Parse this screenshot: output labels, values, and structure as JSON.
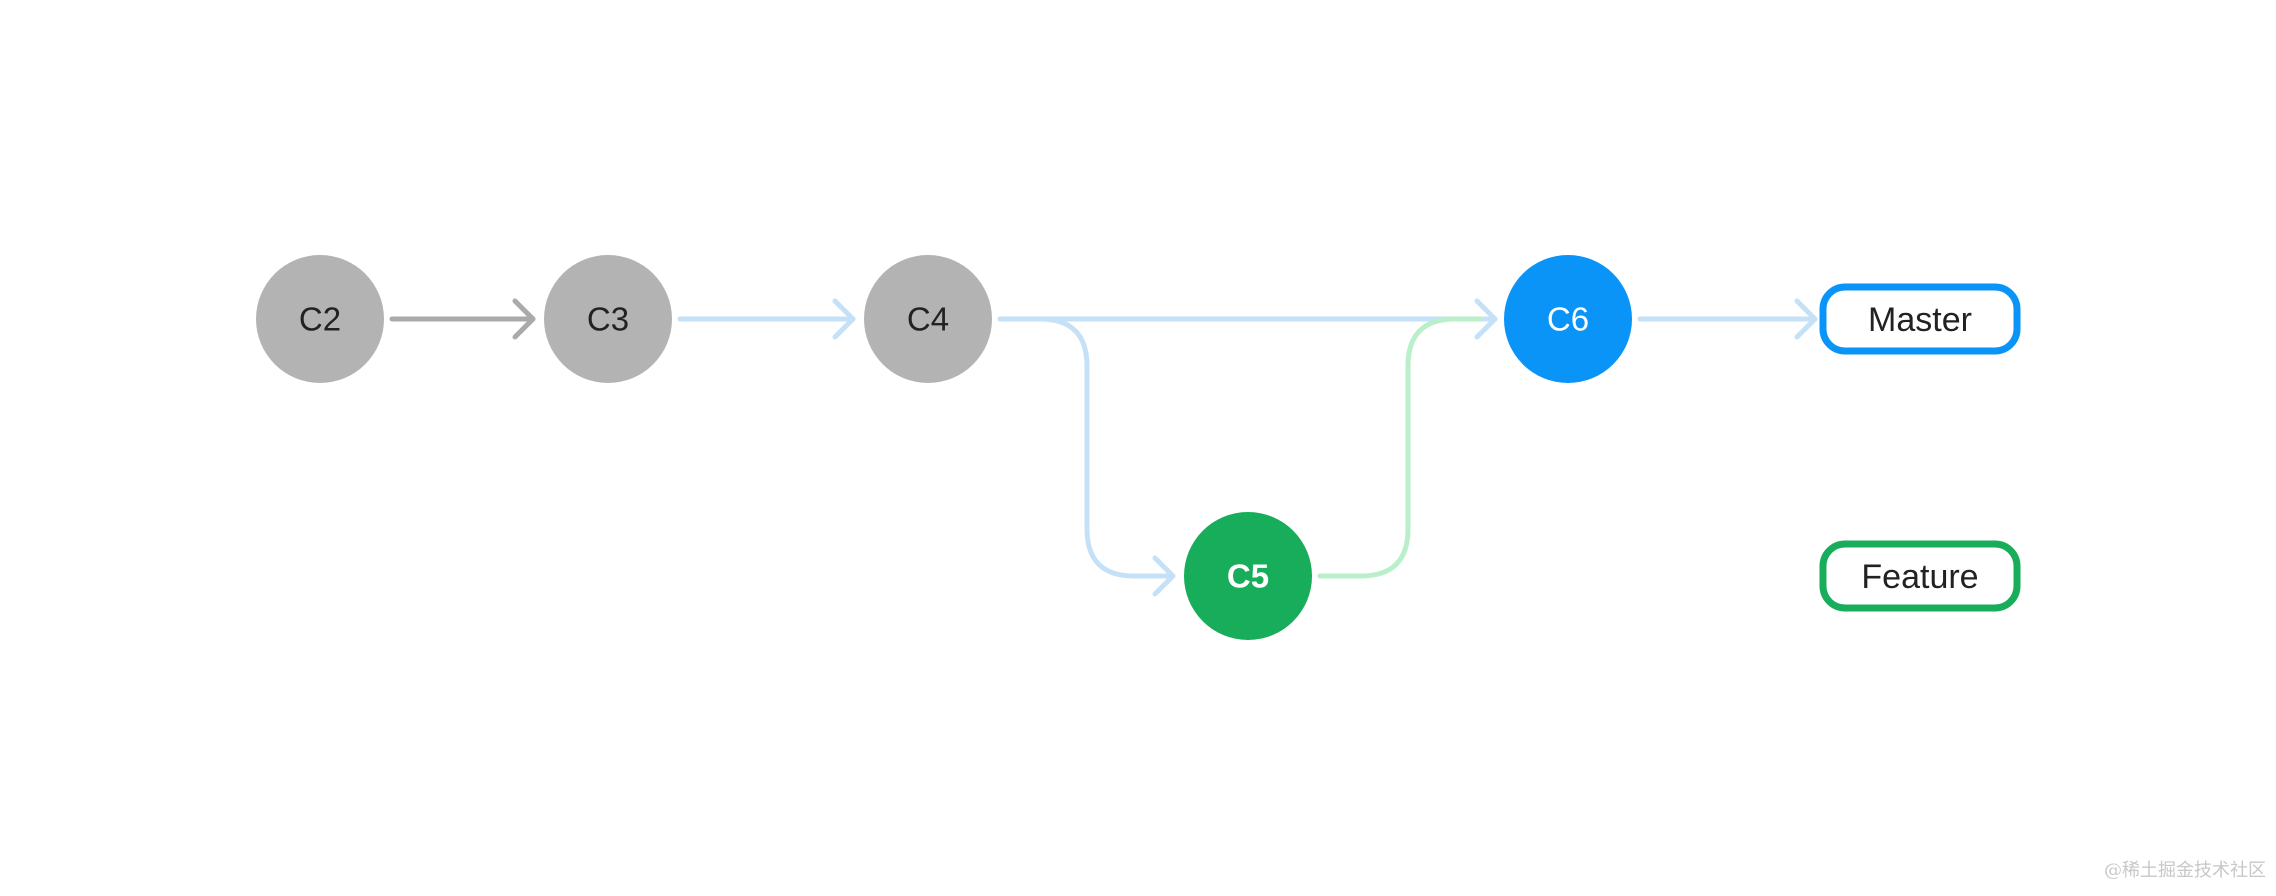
{
  "commits": [
    {
      "id": "c2",
      "label": "C2",
      "fill": "#b3b3b3",
      "text_color": "#222222"
    },
    {
      "id": "c3",
      "label": "C3",
      "fill": "#b3b3b3",
      "text_color": "#222222"
    },
    {
      "id": "c4",
      "label": "C4",
      "fill": "#b3b3b3",
      "text_color": "#222222"
    },
    {
      "id": "c5",
      "label": "C5",
      "fill": "#17ad5a",
      "text_color": "#ffffff"
    },
    {
      "id": "c6",
      "label": "C6",
      "fill": "#0b94f7",
      "text_color": "#ffffff"
    }
  ],
  "branches": [
    {
      "id": "master",
      "label": "Master",
      "border_color": "#0b94f7"
    },
    {
      "id": "feature",
      "label": "Feature",
      "border_color": "#17ad5a"
    }
  ],
  "edge_colors": {
    "gray": "#aaaaaa",
    "light_blue": "#c4e1f7",
    "light_green": "#b9f0c9"
  },
  "watermark": "@稀土掘金技术社区"
}
